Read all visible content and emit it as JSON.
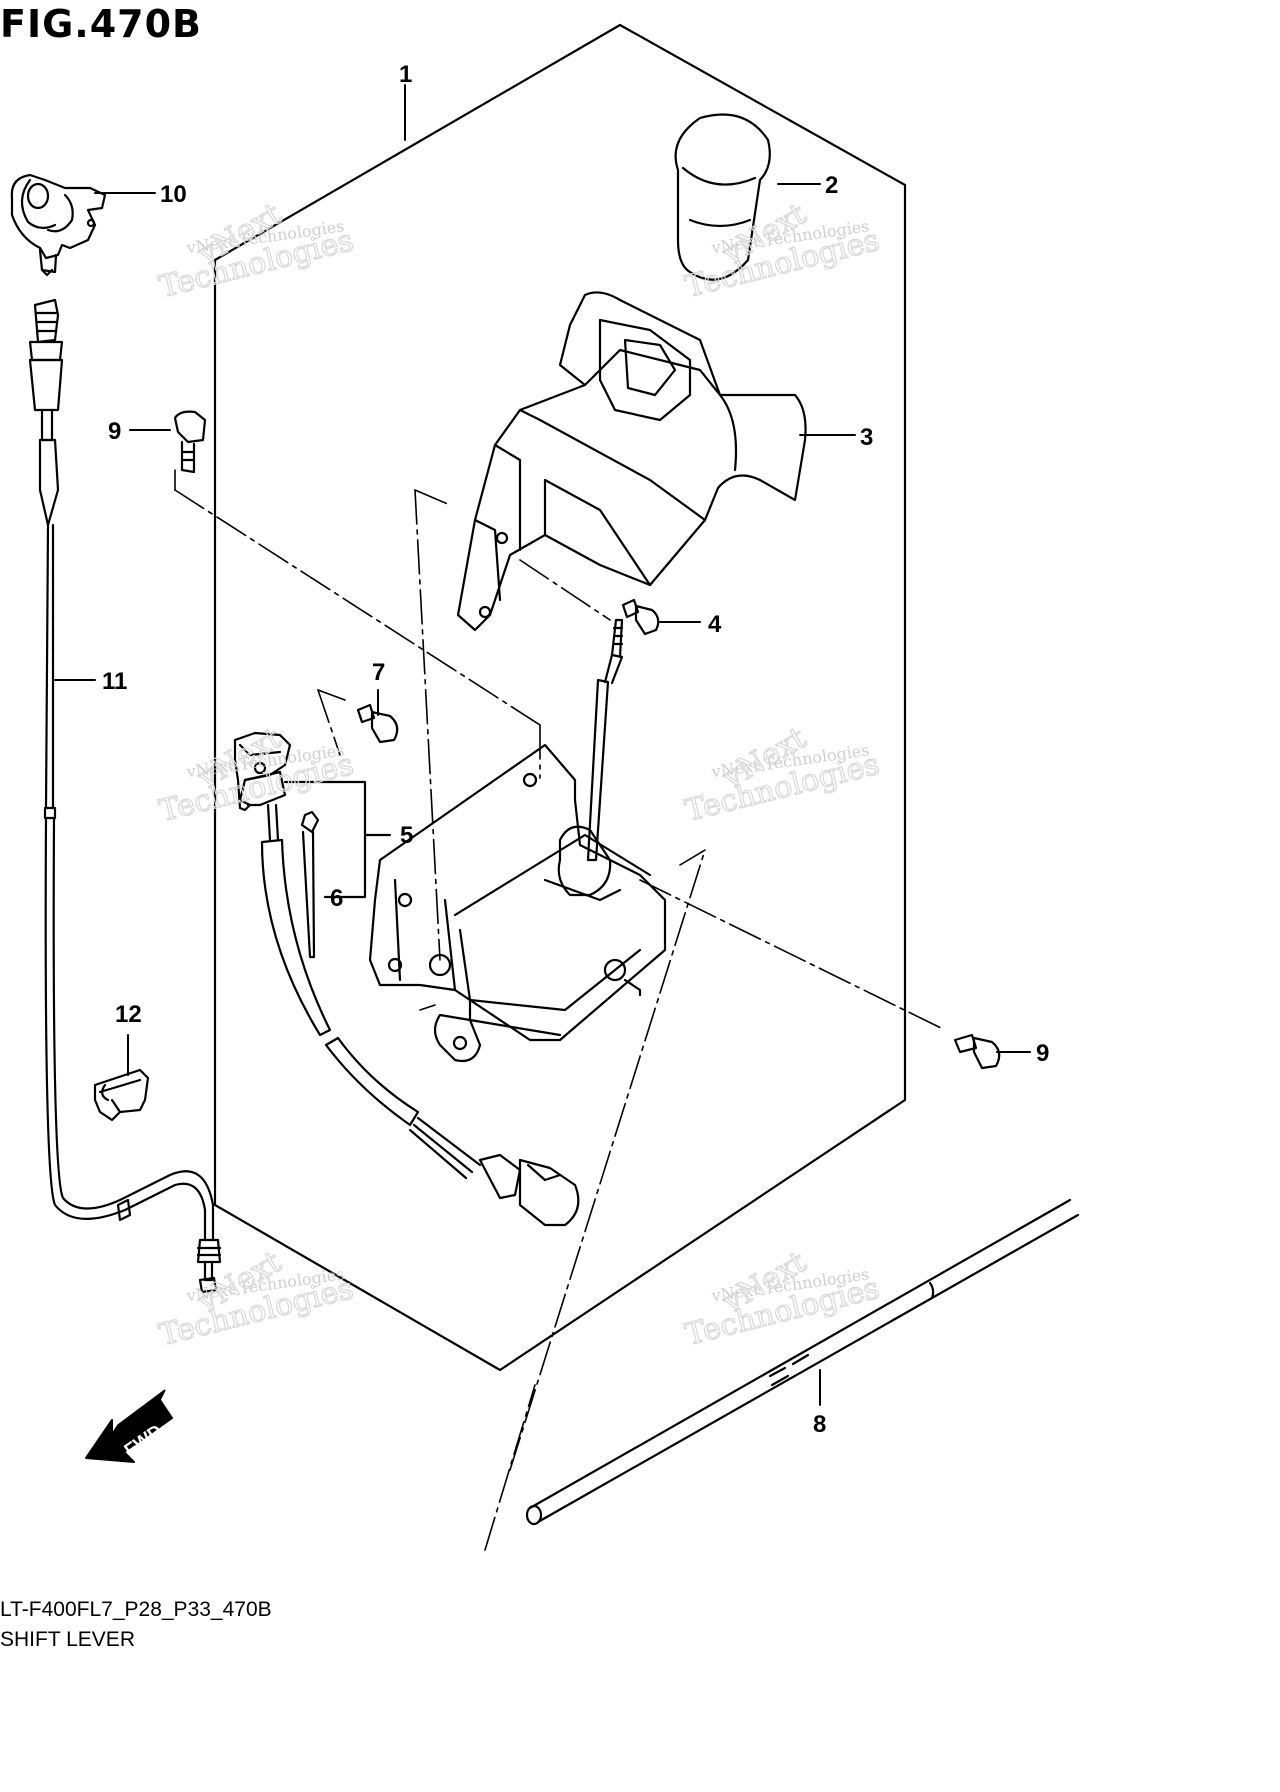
{
  "figure": {
    "title": "FIG.470B",
    "model_code": "LT-F400FL7_P28_P33_470B",
    "name": "SHIFT LEVER"
  },
  "callouts": [
    {
      "id": "c1",
      "label": "1"
    },
    {
      "id": "c2",
      "label": "2"
    },
    {
      "id": "c3",
      "label": "3"
    },
    {
      "id": "c4",
      "label": "4"
    },
    {
      "id": "c5",
      "label": "5"
    },
    {
      "id": "c6",
      "label": "6"
    },
    {
      "id": "c7",
      "label": "7"
    },
    {
      "id": "c8",
      "label": "8"
    },
    {
      "id": "c9a",
      "label": "9"
    },
    {
      "id": "c9b",
      "label": "9"
    },
    {
      "id": "c10",
      "label": "10"
    },
    {
      "id": "c11",
      "label": "11"
    },
    {
      "id": "c12",
      "label": "12"
    }
  ],
  "direction_marker": {
    "label": "FWD"
  },
  "watermark": {
    "small": "vNext Technologies",
    "big_line1": "vNext",
    "big_line2": "Technologies"
  }
}
